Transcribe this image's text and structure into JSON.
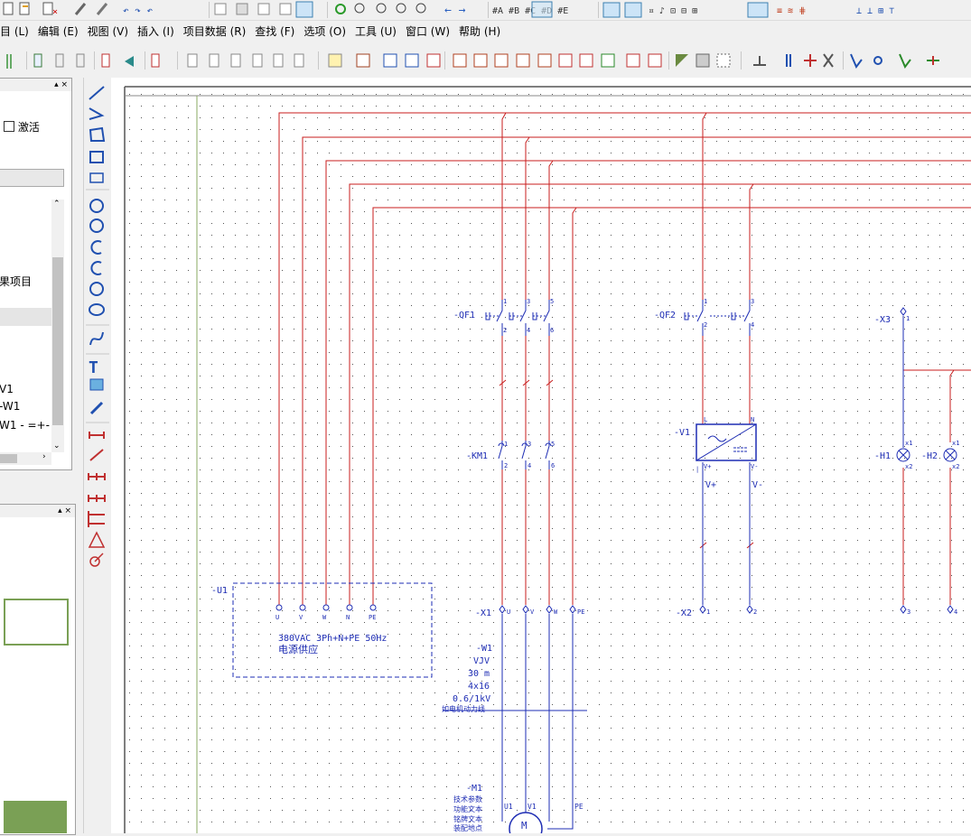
{
  "menu": {
    "items": [
      "目 (L)",
      "编辑 (E)",
      "视图 (V)",
      "插入 (I)",
      "项目数据 (R)",
      "查找 (F)",
      "选项 (O)",
      "工具 (U)",
      "窗口 (W)",
      "帮助 (H)"
    ]
  },
  "panel_top": {
    "pin_label": "▴ ×",
    "checkbox_label": "激活",
    "tree_items": [
      "果项目",
      "V1",
      "-W1",
      "W1 - =+-"
    ]
  },
  "panel_bottom": {
    "pin_label": "▴ ×"
  },
  "schematic": {
    "qf1": {
      "tag": "-QF1",
      "pins_top": [
        "1",
        "3",
        "5"
      ],
      "pins_bottom": [
        "2",
        "4",
        "6"
      ]
    },
    "qf2": {
      "tag": "-QF2",
      "pins_top": [
        "1",
        "3"
      ],
      "pins_bottom": [
        "2",
        "4"
      ]
    },
    "km1": {
      "tag": "-KM1",
      "pins_top": [
        "1",
        "3",
        "5"
      ],
      "pins_bottom": [
        "2",
        "4",
        "6"
      ]
    },
    "v1": {
      "tag": "-V1",
      "pin_l": "L",
      "pin_n": "N",
      "out_p": "V+",
      "out_m": "V-",
      "wire_p": "V+",
      "wire_m": "V-"
    },
    "x1": {
      "tag": "-X1",
      "pins": [
        "U",
        "V",
        "W",
        "PE"
      ]
    },
    "x2": {
      "tag": "-X2",
      "pins": [
        "1",
        "2"
      ]
    },
    "x3": {
      "tag": "-X3",
      "pins_top": [
        "1"
      ],
      "pins_bottom": [
        "3",
        "4"
      ]
    },
    "h1": {
      "tag": "-H1",
      "x1": "x1",
      "x2": "x2"
    },
    "h2": {
      "tag": "-H2",
      "x1": "x1",
      "x2": "x2"
    },
    "u1": {
      "tag": "-U1",
      "pins": [
        "U",
        "V",
        "W",
        "N",
        "PE"
      ],
      "desc1": "380VAC 3Ph+N+PE 50Hz",
      "desc2": "电源供应"
    },
    "w1": {
      "tag": "-W1",
      "lines": [
        "VJV",
        "30 m",
        "4x16",
        "0.6/1kV"
      ],
      "note": "如电机动力线"
    },
    "m1": {
      "tag": "-M1",
      "lines": [
        "技术参数",
        "功能文本",
        "铭牌文本",
        "装配地点"
      ],
      "pins": [
        "U1",
        "V1",
        "PE"
      ],
      "symbol": "M"
    }
  }
}
